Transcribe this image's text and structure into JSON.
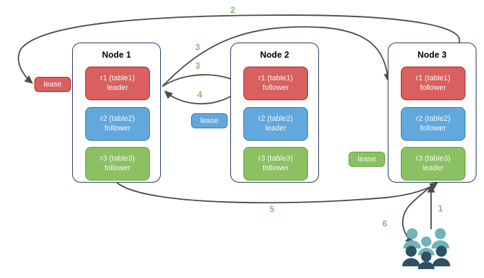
{
  "diagram": {
    "title": "raft-lease-placement",
    "edge_color": "#4d4d4d",
    "label_color": "#81c06a",
    "node_border_color": "#1f3864",
    "colors": {
      "red_fill": "#d9605e",
      "red_border": "#b02418",
      "blue_fill": "#61a8dd",
      "blue_border": "#3878a8",
      "green_fill": "#8cc163",
      "green_border": "#5a9e3a",
      "people_back": "#71b3b6",
      "people_front": "#2f4f63"
    }
  },
  "nodes": [
    {
      "title": "Node 1",
      "replicas": [
        {
          "name": "r1 (table1)",
          "role": "leader",
          "color": "red"
        },
        {
          "name": "r2 (table2)",
          "role": "follower",
          "color": "blue"
        },
        {
          "name": "r3 (table3)",
          "role": "follower",
          "color": "green"
        }
      ]
    },
    {
      "title": "Node 2",
      "replicas": [
        {
          "name": "r1 (table1)",
          "role": "follower",
          "color": "red"
        },
        {
          "name": "r2 (table2)",
          "role": "leader",
          "color": "blue"
        },
        {
          "name": "r3 (table3)",
          "role": "follower",
          "color": "green"
        }
      ]
    },
    {
      "title": "Node 3",
      "replicas": [
        {
          "name": "r1 (table1)",
          "role": "follower",
          "color": "red"
        },
        {
          "name": "r2 (table2)",
          "role": "follower",
          "color": "blue"
        },
        {
          "name": "r3 (table3)",
          "role": "leader",
          "color": "green"
        }
      ]
    }
  ],
  "leases": [
    {
      "label": "lease",
      "color": "red"
    },
    {
      "label": "lease",
      "color": "blue"
    },
    {
      "label": "lease",
      "color": "green"
    }
  ],
  "steps": [
    {
      "label": "1"
    },
    {
      "label": "2"
    },
    {
      "label": "3"
    },
    {
      "label": "3"
    },
    {
      "label": "4"
    },
    {
      "label": "5"
    },
    {
      "label": "6"
    }
  ],
  "people": {
    "icon": "people-group-icon"
  }
}
